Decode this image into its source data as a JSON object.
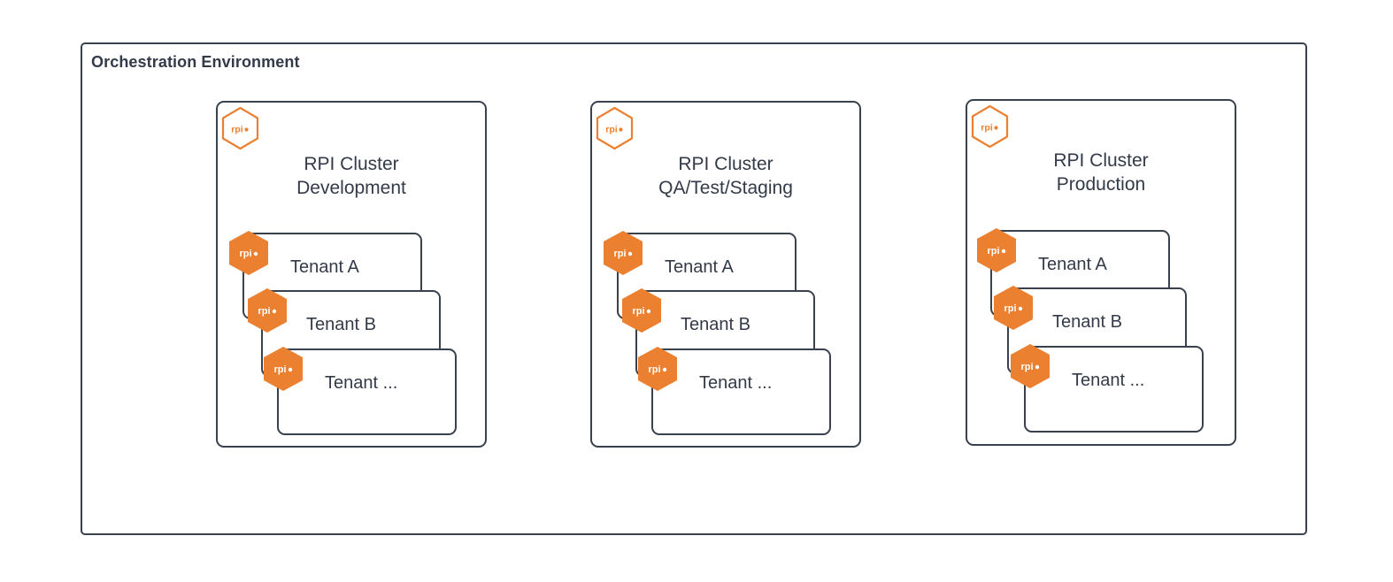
{
  "environment": {
    "title": "Orchestration Environment"
  },
  "colors": {
    "border": "#39414f",
    "text": "#333a48",
    "accent_orange": "#ea8030",
    "badge_text_on_orange": "#ffffff",
    "background": "#ffffff"
  },
  "badge": {
    "label": "rpi",
    "dot": "•",
    "icon_name": "rpi-hexagon-logo"
  },
  "clusters": [
    {
      "id": "development",
      "title": "RPI Cluster\nDevelopment",
      "title_line1": "RPI Cluster",
      "title_line2": "Development",
      "tenants": [
        {
          "label": "Tenant A"
        },
        {
          "label": "Tenant B"
        },
        {
          "label": "Tenant ..."
        }
      ]
    },
    {
      "id": "qa-test-staging",
      "title": "RPI Cluster\nQA/Test/Staging",
      "title_line1": "RPI Cluster",
      "title_line2": "QA/Test/Staging",
      "tenants": [
        {
          "label": "Tenant A"
        },
        {
          "label": "Tenant B"
        },
        {
          "label": "Tenant ..."
        }
      ]
    },
    {
      "id": "production",
      "title": "RPI Cluster\nProduction",
      "title_line1": "RPI Cluster",
      "title_line2": "Production",
      "tenants": [
        {
          "label": "Tenant A"
        },
        {
          "label": "Tenant B"
        },
        {
          "label": "Tenant ..."
        }
      ]
    }
  ]
}
